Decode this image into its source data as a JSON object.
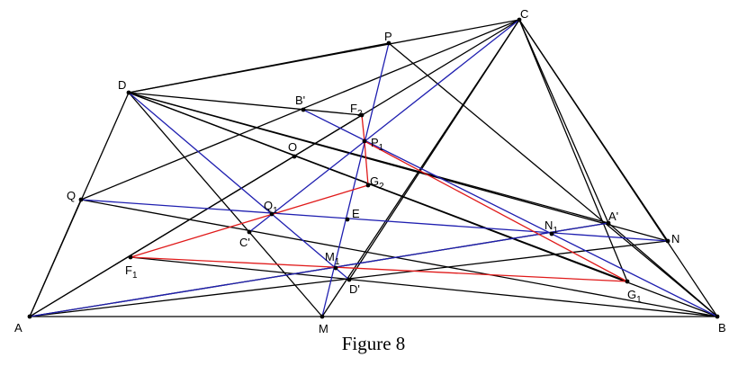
{
  "caption": "Figure 8",
  "colors": {
    "black": "#000000",
    "blue": "#1f1fb0",
    "red": "#e01a1a"
  },
  "points": [
    {
      "id": "A",
      "label": "A",
      "sub": ""
    },
    {
      "id": "B",
      "label": "B",
      "sub": ""
    },
    {
      "id": "C",
      "label": "C",
      "sub": ""
    },
    {
      "id": "D",
      "label": "D",
      "sub": ""
    },
    {
      "id": "P",
      "label": "P",
      "sub": ""
    },
    {
      "id": "Q",
      "label": "Q",
      "sub": ""
    },
    {
      "id": "M",
      "label": "M",
      "sub": ""
    },
    {
      "id": "N",
      "label": "N",
      "sub": ""
    },
    {
      "id": "O",
      "label": "O",
      "sub": ""
    },
    {
      "id": "E",
      "label": "E",
      "sub": ""
    },
    {
      "id": "Ap",
      "label": "A'",
      "sub": ""
    },
    {
      "id": "Bp",
      "label": "B'",
      "sub": ""
    },
    {
      "id": "Cp",
      "label": "C'",
      "sub": ""
    },
    {
      "id": "Dp",
      "label": "D'",
      "sub": ""
    },
    {
      "id": "P1",
      "label": "P",
      "sub": "1"
    },
    {
      "id": "Q1",
      "label": "Q",
      "sub": "1"
    },
    {
      "id": "M1",
      "label": "M",
      "sub": "1"
    },
    {
      "id": "N1",
      "label": "N",
      "sub": "1"
    },
    {
      "id": "F1",
      "label": "F",
      "sub": "1"
    },
    {
      "id": "F2",
      "label": "F",
      "sub": "2"
    },
    {
      "id": "G1",
      "label": "G",
      "sub": "1"
    },
    {
      "id": "G2",
      "label": "G",
      "sub": "2"
    }
  ],
  "segments": [
    {
      "from": "A",
      "to": "B",
      "color": "black"
    },
    {
      "from": "B",
      "to": "C",
      "color": "black"
    },
    {
      "from": "C",
      "to": "D",
      "color": "black"
    },
    {
      "from": "D",
      "to": "A",
      "color": "black"
    },
    {
      "from": "A",
      "to": "C",
      "color": "black"
    },
    {
      "from": "B",
      "to": "D",
      "color": "black"
    },
    {
      "from": "D",
      "to": "P",
      "color": "black"
    },
    {
      "from": "P",
      "to": "B",
      "color": "black"
    },
    {
      "from": "A",
      "to": "Q",
      "color": "black"
    },
    {
      "from": "Q",
      "to": "C",
      "color": "black"
    },
    {
      "from": "D",
      "to": "M",
      "color": "black"
    },
    {
      "from": "M",
      "to": "C",
      "color": "black"
    },
    {
      "from": "A",
      "to": "N",
      "color": "black"
    },
    {
      "from": "N",
      "to": "C",
      "color": "black"
    },
    {
      "from": "A",
      "to": "F2",
      "color": "black"
    },
    {
      "from": "F2",
      "to": "D",
      "color": "black"
    },
    {
      "from": "D",
      "to": "Ap",
      "color": "black"
    },
    {
      "from": "Ap",
      "to": "C",
      "color": "black"
    },
    {
      "from": "C",
      "to": "G1",
      "color": "black"
    },
    {
      "from": "G1",
      "to": "D",
      "color": "black"
    },
    {
      "from": "D",
      "to": "N",
      "color": "black"
    },
    {
      "from": "Q",
      "to": "B",
      "color": "black"
    },
    {
      "from": "F1",
      "to": "B",
      "color": "black"
    },
    {
      "from": "A",
      "to": "Ap",
      "color": "black"
    },
    {
      "from": "Dp",
      "to": "C",
      "color": "black"
    },
    {
      "from": "Ap",
      "to": "B",
      "color": "black"
    },
    {
      "from": "P",
      "to": "M",
      "color": "blue"
    },
    {
      "from": "Q",
      "to": "N",
      "color": "blue"
    },
    {
      "from": "Bp",
      "to": "B",
      "color": "blue"
    },
    {
      "from": "D",
      "to": "Dp",
      "color": "blue"
    },
    {
      "from": "A",
      "to": "Ap",
      "color": "blue"
    },
    {
      "from": "Cp",
      "to": "C",
      "color": "blue"
    },
    {
      "from": "F2",
      "to": "P1",
      "color": "red"
    },
    {
      "from": "P1",
      "to": "G2",
      "color": "red"
    },
    {
      "from": "G2",
      "to": "F1",
      "color": "red"
    },
    {
      "from": "F1",
      "to": "G1",
      "color": "red"
    },
    {
      "from": "G1",
      "to": "P1",
      "color": "red"
    }
  ]
}
